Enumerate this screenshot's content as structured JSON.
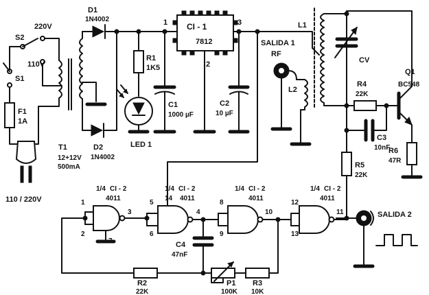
{
  "labels": {
    "v220": "220V",
    "s2": "S2",
    "v110": "110V",
    "s1": "S1",
    "f1_name": "F1",
    "f1_value": "1A",
    "mains": "110 / 220V",
    "t1_name": "T1",
    "t1_spec1": "12+12V",
    "t1_spec2": "500mA",
    "d1_name": "D1",
    "d1_part": "1N4002",
    "d2_name": "D2",
    "d2_part": "1N4002",
    "r1_name": "R1",
    "r1_value": "1K5",
    "led1": "LED 1",
    "c1_name": "C1",
    "c1_value": "1000 µF",
    "ci1_name": "CI - 1",
    "ci1_part": "7812",
    "ci1_pin1": "1",
    "ci1_pin2": "2",
    "ci1_pin3": "3",
    "c2_name": "C2",
    "c2_value": "10 µF",
    "salida1": "SALIDA 1",
    "rf": "RF",
    "l1": "L1",
    "l2": "L2",
    "cv": "CV",
    "r4_name": "R4",
    "r4_value": "22K",
    "q1_name": "Q1",
    "q1_part": "BC548",
    "c3_name": "C3",
    "c3_value": "10nF",
    "r6_name": "R6",
    "r6_value": "47R",
    "r5_name": "R5",
    "r5_value": "22K",
    "salida2": "SALIDA 2",
    "gate_frac": "1/4",
    "gate1_name": "CI - 2",
    "gate1_part": "4011",
    "gate2_name": "CI - 2",
    "gate2_part": "4011",
    "gate3_name": "CI - 2",
    "gate3_part": "4011",
    "gate4_name": "CI - 2",
    "gate4_part": "4011",
    "pin1": "1",
    "pin2": "2",
    "pin3": "3",
    "pin4": "4",
    "pin5": "5",
    "pin6": "6",
    "pin7": "7",
    "pin8": "8",
    "pin9": "9",
    "pin10": "10",
    "pin11": "11",
    "pin12": "12",
    "pin13": "13",
    "pin14": "14",
    "c4_name": "C4",
    "c4_value": "47nF",
    "r2_name": "R2",
    "r2_value": "22K",
    "p1_name": "P1",
    "p1_value": "100K",
    "r3_name": "R3",
    "r3_value": "10K"
  }
}
